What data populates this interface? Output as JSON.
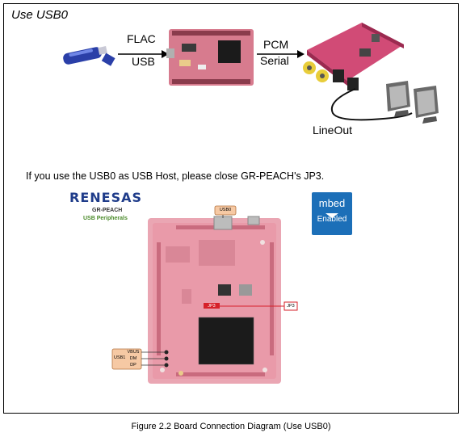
{
  "section_title": "Use USB0",
  "flow": {
    "link1_top": "FLAC",
    "link1_bottom": "USB",
    "link2_top": "PCM",
    "link2_bottom": "Serial",
    "output_label": "LineOut"
  },
  "instruction": "If you use the USB0 as USB Host, please close GR-PEACH's JP3.",
  "board_header": {
    "brand": "RENESAS",
    "board_name": "GR-PEACH",
    "subtitle": "USB Peripherals"
  },
  "mbed_badge": {
    "line1": "mbed",
    "line2": "Enabled"
  },
  "board_labels": {
    "usb0": "USB0",
    "jp3": "JP3",
    "usb1": "USB1",
    "vbus": "VBUS",
    "dm": "DM",
    "dp": "DP",
    "jp3_pin": "JP3"
  },
  "caption": "Figure 2.2 Board Connection Diagram (Use USB0)",
  "colors": {
    "board_pink": "#e8a4b0",
    "board_dark": "#c96b7e",
    "chip": "#1b1b1b",
    "callout_fill": "#f6c9a4",
    "jp3_red": "#d6202a",
    "usb_stick_blue": "#2a3fa8",
    "mbed_blue": "#1c6fb8"
  }
}
